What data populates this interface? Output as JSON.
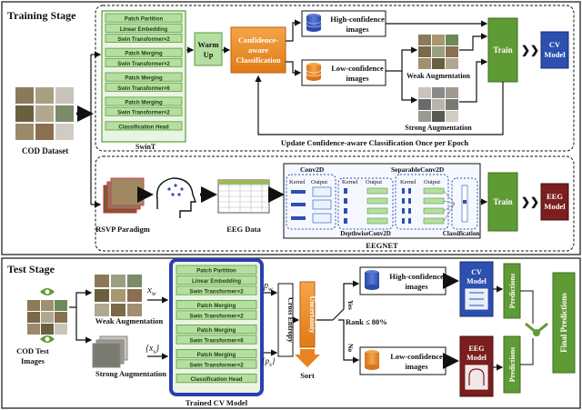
{
  "training": {
    "stage_title": "Training Stage",
    "cod_dataset": "COD Dataset",
    "swin_layers": [
      "Patch Partition",
      "Linear Embedding",
      "Swin Transformer×2",
      "Patch Merging",
      "Swin Transformer×2",
      "Patch Merging",
      "Swin Transformer×6",
      "Patch Merging",
      "Swin Transformer×2",
      "Classification Head"
    ],
    "swint_label": "SwinT",
    "warm_up": [
      "Warm",
      "Up"
    ],
    "cac": [
      "Confidence-",
      "aware",
      "Classification"
    ],
    "high_conf": [
      "High-confidence",
      "images"
    ],
    "low_conf": [
      "Low-confidence",
      "images"
    ],
    "weak_aug": "Weak Augmentation",
    "strong_aug": "Strong Augmentation",
    "train": "Train",
    "cv_model": [
      "CV",
      "Model"
    ],
    "update_note": "Update Confidence-aware Classification Once per Epoch",
    "rsvp": "RSVP Paradigm",
    "eeg_data": "EEG Data",
    "conv2d": "Conv2D",
    "separable": "SeparableConv2D",
    "kernel": "Kernel",
    "output": "Output",
    "depthwise": "DepthwiseConv2D",
    "classification": "Classification",
    "eegnet": "EEGNET",
    "eeg_model": [
      "EEG",
      "Model"
    ]
  },
  "test": {
    "stage_title": "Test Stage",
    "cod_test": [
      "COD Test",
      "Images"
    ],
    "xw": "x",
    "xw_sub": "w",
    "xs": "{x",
    "xs_sub": "s",
    "xs_close": "}",
    "pw": "p",
    "pw_sub": "w",
    "ps": "{p",
    "ps_sub": "s",
    "ps_close": "}",
    "weak_aug": "Weak Augmentation",
    "strong_aug": "Strong Augmentation",
    "trained_cv": "Trained CV Model",
    "cross_entropy": "Cross Entropy",
    "uncertainty": "Uncertainty",
    "sort": "Sort",
    "yes": "Yes",
    "no": "No",
    "rank": "Rank ≤ 80%",
    "high_conf": [
      "High-confidence",
      "images"
    ],
    "low_conf": [
      "Low-confidence",
      "images"
    ],
    "cv_model": [
      "CV",
      "Model"
    ],
    "eeg_model": [
      "EEG",
      "Model"
    ],
    "predictions": "Predictions",
    "final_predictions": "Final Predictions"
  },
  "colors": {
    "green": "#b5dfa0",
    "green_dark": "#5a9b3a",
    "orange": "#e8831f",
    "blue": "#2d4fb0",
    "dark_red": "#7a1e1e",
    "train_green": "#5f9b35",
    "swin_border": "#2a3fb0"
  }
}
